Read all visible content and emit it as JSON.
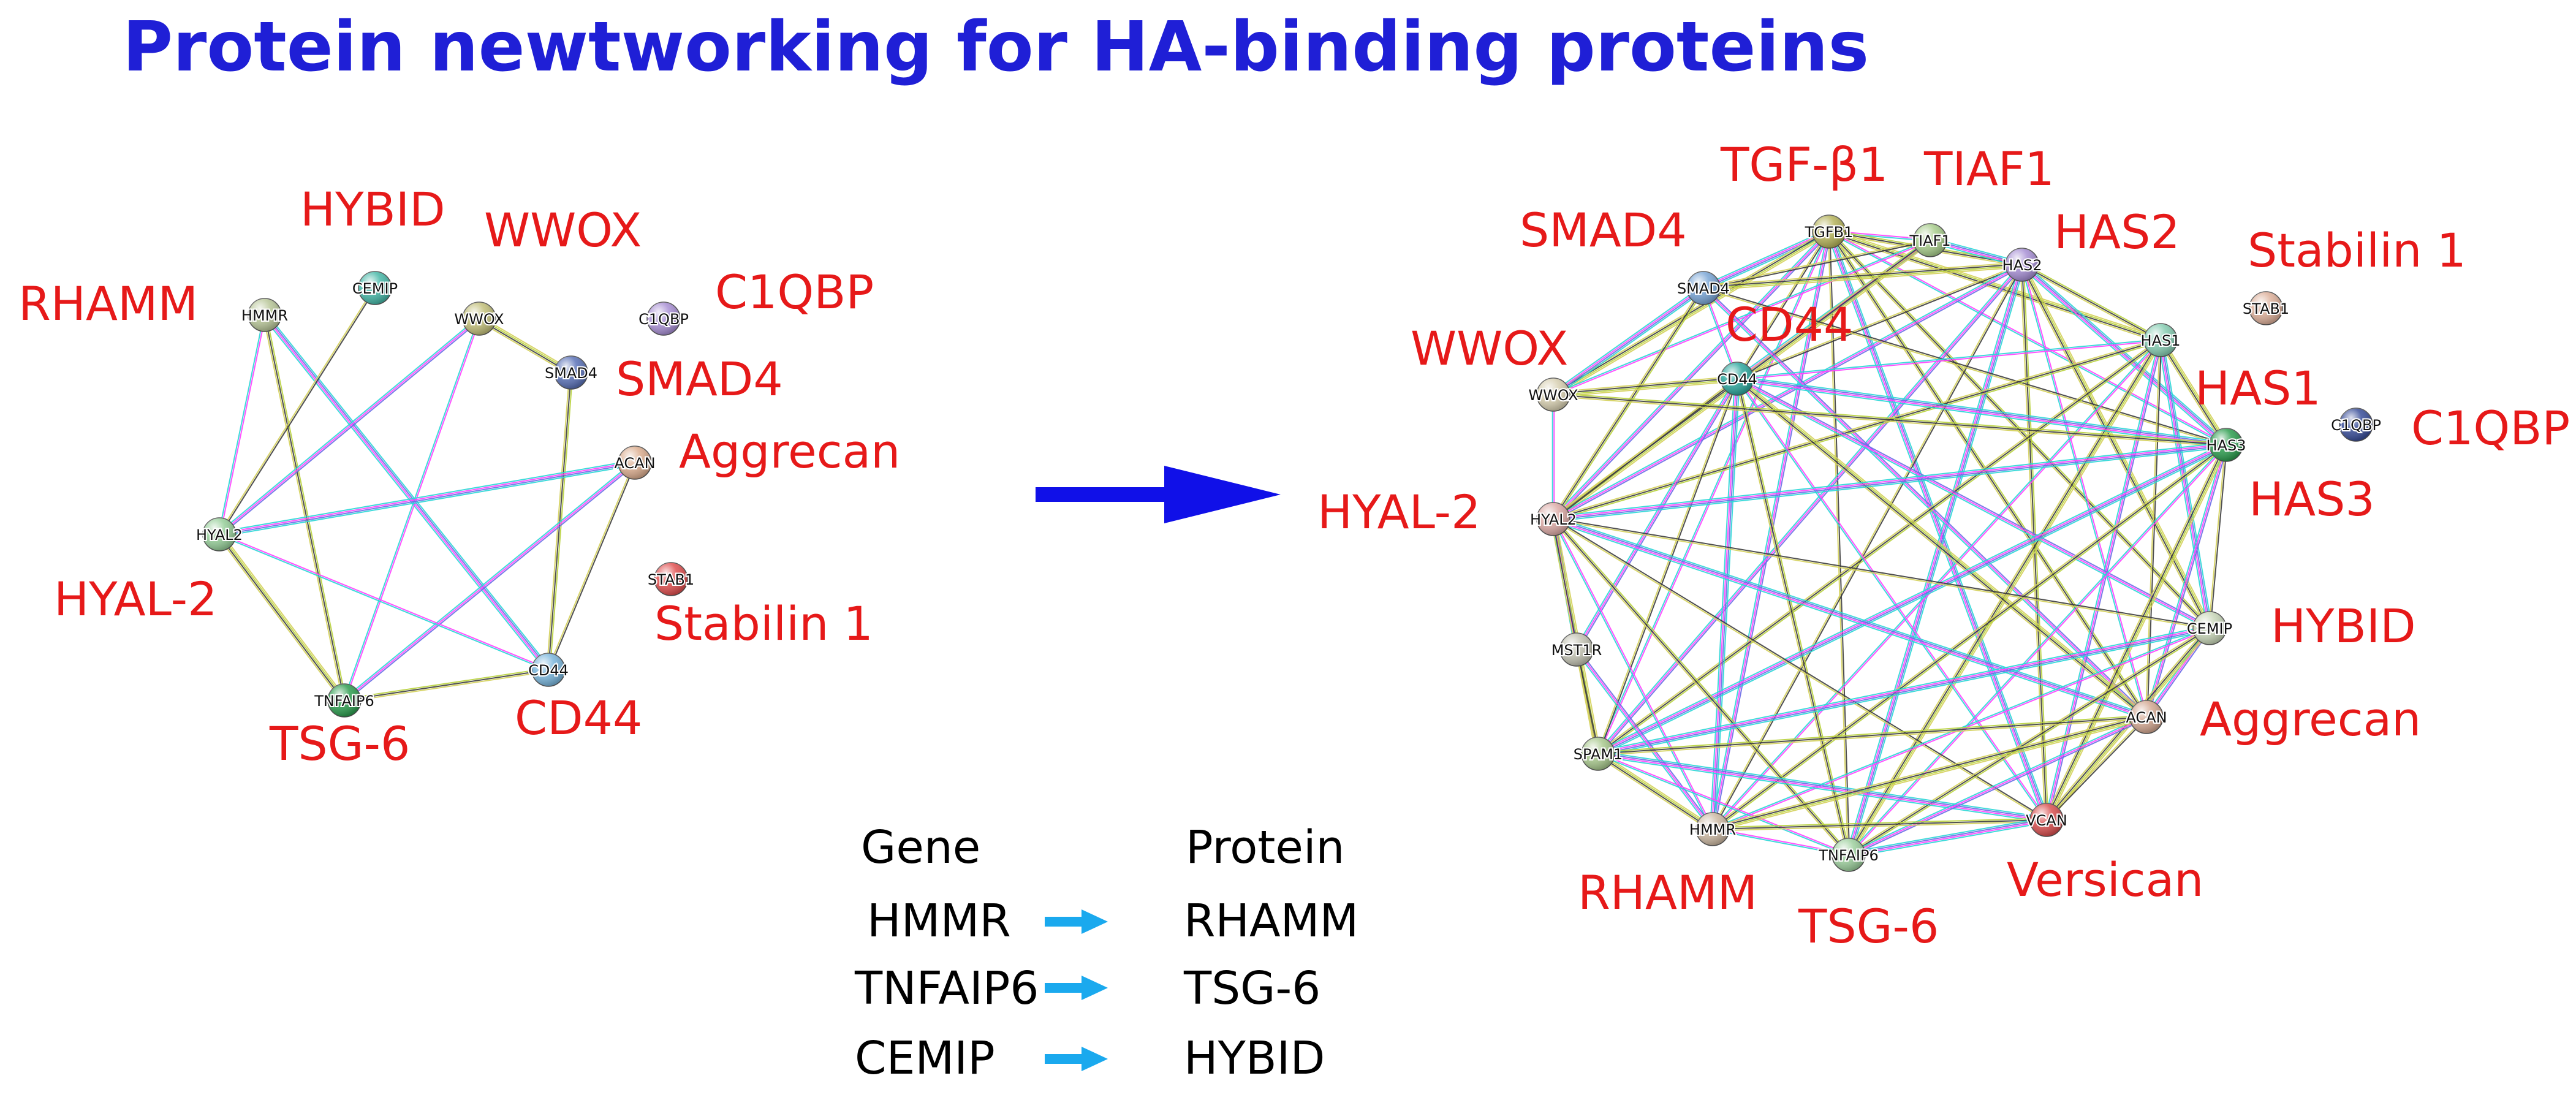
{
  "title": "Protein newtworking for HA-binding proteins",
  "colors": {
    "title": "#1f1fd6",
    "label": "#e61919",
    "arrow": "#1010e8",
    "small_arrow": "#1aa9ee",
    "gene": "#111111"
  },
  "edge_palette": [
    "#ff40ff",
    "#b8d23c",
    "#2ad6d6",
    "#3c3c3c",
    "#6a6ae6",
    "#d4d05a"
  ],
  "legend": {
    "gene_header": "Gene",
    "protein_header": "Protein",
    "rows": [
      {
        "gene": "HMMR",
        "protein": "RHAMM"
      },
      {
        "gene": "TNFAIP6",
        "protein": "TSG-6"
      },
      {
        "gene": "CEMIP",
        "protein": "HYBID"
      }
    ]
  },
  "networks": [
    {
      "id": "left",
      "nodes": [
        {
          "id": "HMMR",
          "text": "HMMR",
          "color": "#b9c79a",
          "label": "RHAMM"
        },
        {
          "id": "CEMIP",
          "text": "CEMIP",
          "color": "#47b8a8",
          "label": "HYBID"
        },
        {
          "id": "WWOX",
          "text": "WWOX",
          "color": "#c2bf7a",
          "label": "WWOX"
        },
        {
          "id": "C1QBP",
          "text": "C1QBP",
          "color": "#a990d4",
          "label": "C1QBP"
        },
        {
          "id": "SMAD4",
          "text": "SMAD4",
          "color": "#5b72b8",
          "label": "SMAD4"
        },
        {
          "id": "ACAN",
          "text": "ACAN",
          "color": "#dcae90",
          "label": "Aggrecan"
        },
        {
          "id": "HYAL2",
          "text": "HYAL2",
          "color": "#97cf9a",
          "label": "HYAL-2"
        },
        {
          "id": "STAB1",
          "text": "STAB1",
          "color": "#e05050",
          "label": "Stabilin 1"
        },
        {
          "id": "TNFAIP6",
          "text": "TNFAIP6",
          "color": "#2e9e50",
          "label": "TSG-6"
        },
        {
          "id": "CD44",
          "text": "CD44",
          "color": "#7ab6dc",
          "label": "CD44"
        }
      ],
      "edges": [
        [
          "HMMR",
          "HYAL2"
        ],
        [
          "HMMR",
          "TNFAIP6"
        ],
        [
          "HMMR",
          "CD44"
        ],
        [
          "CEMIP",
          "HYAL2"
        ],
        [
          "WWOX",
          "HYAL2"
        ],
        [
          "WWOX",
          "SMAD4"
        ],
        [
          "WWOX",
          "TNFAIP6"
        ],
        [
          "SMAD4",
          "CD44"
        ],
        [
          "ACAN",
          "HYAL2"
        ],
        [
          "ACAN",
          "CD44"
        ],
        [
          "ACAN",
          "TNFAIP6"
        ],
        [
          "HYAL2",
          "TNFAIP6"
        ],
        [
          "HYAL2",
          "CD44"
        ],
        [
          "TNFAIP6",
          "CD44"
        ]
      ]
    },
    {
      "id": "right",
      "nodes": [
        {
          "id": "TGFB1",
          "text": "TGFB1",
          "color": "#b5b35a",
          "label": "TGF-β1"
        },
        {
          "id": "TIAF1",
          "text": "TIAF1",
          "color": "#a8cd8c",
          "label": "TIAF1"
        },
        {
          "id": "HAS2",
          "text": "HAS2",
          "color": "#a78fd4",
          "label": "HAS2"
        },
        {
          "id": "SMAD4",
          "text": "SMAD4",
          "color": "#7aa6d6",
          "label": "SMAD4"
        },
        {
          "id": "STAB1",
          "text": "STAB1",
          "color": "#ddb09a",
          "label": "Stabilin 1"
        },
        {
          "id": "HAS1",
          "text": "HAS1",
          "color": "#86cdb2",
          "label": "HAS1"
        },
        {
          "id": "CD44",
          "text": "CD44",
          "color": "#2ea89e",
          "label": "CD44"
        },
        {
          "id": "WWOX",
          "text": "WWOX",
          "color": "#d8d0b2",
          "label": "WWOX"
        },
        {
          "id": "HAS3",
          "text": "HAS3",
          "color": "#2e9e50",
          "label": "HAS3"
        },
        {
          "id": "C1QBP",
          "text": "C1QBP",
          "color": "#3a4f9a",
          "label": "C1QBP"
        },
        {
          "id": "HYAL2",
          "text": "HYAL2",
          "color": "#dcaaa6",
          "label": "HYAL-2"
        },
        {
          "id": "CEMIP",
          "text": "CEMIP",
          "color": "#c8d6b8",
          "label": "HYBID"
        },
        {
          "id": "MST1R",
          "text": "MST1R",
          "color": "#c2c2b2",
          "label": ""
        },
        {
          "id": "SPAM1",
          "text": "SPAM1",
          "color": "#a9c98e",
          "label": ""
        },
        {
          "id": "ACAN",
          "text": "ACAN",
          "color": "#d3a892",
          "label": "Aggrecan"
        },
        {
          "id": "HMMR",
          "text": "HMMR",
          "color": "#cbb8a2",
          "label": "RHAMM"
        },
        {
          "id": "TNFAIP6",
          "text": "TNFAIP6",
          "color": "#9ed09e",
          "label": "TSG-6"
        },
        {
          "id": "VCAN",
          "text": "VCAN",
          "color": "#d95050",
          "label": "Versican"
        }
      ],
      "edges": [
        [
          "TGFB1",
          "TIAF1"
        ],
        [
          "TGFB1",
          "HAS2"
        ],
        [
          "TGFB1",
          "SMAD4"
        ],
        [
          "TGFB1",
          "CD44"
        ],
        [
          "TGFB1",
          "HYAL2"
        ],
        [
          "TGFB1",
          "HAS1"
        ],
        [
          "TGFB1",
          "HAS3"
        ],
        [
          "TGFB1",
          "ACAN"
        ],
        [
          "TGFB1",
          "VCAN"
        ],
        [
          "TGFB1",
          "TNFAIP6"
        ],
        [
          "TGFB1",
          "HMMR"
        ],
        [
          "TGFB1",
          "WWOX"
        ],
        [
          "TGFB1",
          "SPAM1"
        ],
        [
          "TGFB1",
          "CEMIP"
        ],
        [
          "TIAF1",
          "HAS2"
        ],
        [
          "TIAF1",
          "SMAD4"
        ],
        [
          "TIAF1",
          "CD44"
        ],
        [
          "TIAF1",
          "HYAL2"
        ],
        [
          "TIAF1",
          "WWOX"
        ],
        [
          "HAS2",
          "HAS1"
        ],
        [
          "HAS2",
          "HAS3"
        ],
        [
          "HAS2",
          "CD44"
        ],
        [
          "HAS2",
          "HYAL2"
        ],
        [
          "HAS2",
          "CEMIP"
        ],
        [
          "HAS2",
          "ACAN"
        ],
        [
          "HAS2",
          "VCAN"
        ],
        [
          "HAS2",
          "TNFAIP6"
        ],
        [
          "HAS2",
          "HMMR"
        ],
        [
          "HAS2",
          "SPAM1"
        ],
        [
          "HAS2",
          "SMAD4"
        ],
        [
          "SMAD4",
          "CD44"
        ],
        [
          "SMAD4",
          "HYAL2"
        ],
        [
          "SMAD4",
          "WWOX"
        ],
        [
          "SMAD4",
          "HAS3"
        ],
        [
          "SMAD4",
          "ACAN"
        ],
        [
          "HAS1",
          "HAS3"
        ],
        [
          "HAS1",
          "CD44"
        ],
        [
          "HAS1",
          "HYAL2"
        ],
        [
          "HAS1",
          "CEMIP"
        ],
        [
          "HAS1",
          "ACAN"
        ],
        [
          "HAS1",
          "VCAN"
        ],
        [
          "HAS1",
          "TNFAIP6"
        ],
        [
          "HAS1",
          "HMMR"
        ],
        [
          "HAS1",
          "SPAM1"
        ],
        [
          "CD44",
          "HAS3"
        ],
        [
          "CD44",
          "HYAL2"
        ],
        [
          "CD44",
          "CEMIP"
        ],
        [
          "CD44",
          "ACAN"
        ],
        [
          "CD44",
          "VCAN"
        ],
        [
          "CD44",
          "TNFAIP6"
        ],
        [
          "CD44",
          "HMMR"
        ],
        [
          "CD44",
          "SPAM1"
        ],
        [
          "CD44",
          "MST1R"
        ],
        [
          "CD44",
          "WWOX"
        ],
        [
          "WWOX",
          "HYAL2"
        ],
        [
          "WWOX",
          "HAS3"
        ],
        [
          "HAS3",
          "HYAL2"
        ],
        [
          "HAS3",
          "CEMIP"
        ],
        [
          "HAS3",
          "ACAN"
        ],
        [
          "HAS3",
          "VCAN"
        ],
        [
          "HAS3",
          "TNFAIP6"
        ],
        [
          "HAS3",
          "HMMR"
        ],
        [
          "HAS3",
          "SPAM1"
        ],
        [
          "HYAL2",
          "CEMIP"
        ],
        [
          "HYAL2",
          "MST1R"
        ],
        [
          "HYAL2",
          "SPAM1"
        ],
        [
          "HYAL2",
          "HMMR"
        ],
        [
          "HYAL2",
          "TNFAIP6"
        ],
        [
          "HYAL2",
          "ACAN"
        ],
        [
          "HYAL2",
          "VCAN"
        ],
        [
          "CEMIP",
          "ACAN"
        ],
        [
          "CEMIP",
          "VCAN"
        ],
        [
          "CEMIP",
          "HMMR"
        ],
        [
          "CEMIP",
          "TNFAIP6"
        ],
        [
          "CEMIP",
          "SPAM1"
        ],
        [
          "MST1R",
          "SPAM1"
        ],
        [
          "MST1R",
          "HMMR"
        ],
        [
          "SPAM1",
          "HMMR"
        ],
        [
          "SPAM1",
          "TNFAIP6"
        ],
        [
          "SPAM1",
          "ACAN"
        ],
        [
          "SPAM1",
          "VCAN"
        ],
        [
          "ACAN",
          "VCAN"
        ],
        [
          "ACAN",
          "TNFAIP6"
        ],
        [
          "ACAN",
          "HMMR"
        ],
        [
          "HMMR",
          "TNFAIP6"
        ],
        [
          "HMMR",
          "VCAN"
        ],
        [
          "TNFAIP6",
          "VCAN"
        ]
      ]
    }
  ]
}
